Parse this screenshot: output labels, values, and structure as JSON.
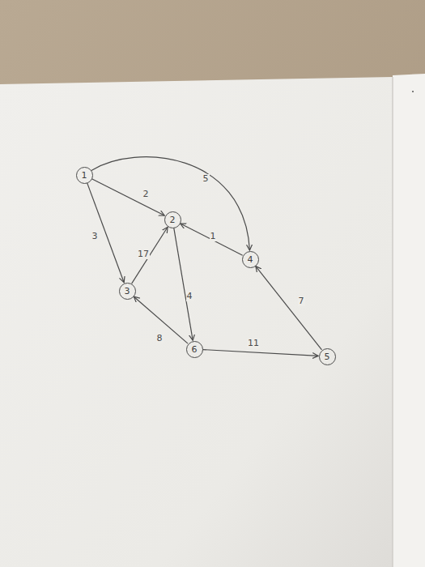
{
  "diagram": {
    "nodes": [
      {
        "text": [
          "1"
        ]
      },
      {
        "text": [
          "2"
        ]
      },
      {
        "text": [
          "3"
        ]
      },
      {
        "text": [
          "4"
        ]
      },
      {
        "text": [
          "5"
        ]
      },
      {
        "text": [
          "6"
        ]
      }
    ],
    "edges": [
      {
        "from": 0,
        "to": 1,
        "arrow": "to",
        "label": "2"
      },
      {
        "from": 0,
        "to": 2,
        "arrow": "to",
        "label": "3"
      },
      {
        "from": 0,
        "to": 3,
        "arrow": "to",
        "label": "5"
      },
      {
        "from": 2,
        "to": 1,
        "arrow": "to",
        "label": "17"
      },
      {
        "from": 3,
        "to": 1,
        "arrow": "to",
        "label": "1"
      },
      {
        "from": 1,
        "to": 5,
        "arrow": "to",
        "label": "4"
      },
      {
        "from": 5,
        "to": 2,
        "arrow": "to",
        "label": "8"
      },
      {
        "from": 5,
        "to": 4,
        "arrow": "to",
        "label": "11"
      },
      {
        "from": 4,
        "to": 3,
        "arrow": "to",
        "label": "7"
      }
    ]
  }
}
